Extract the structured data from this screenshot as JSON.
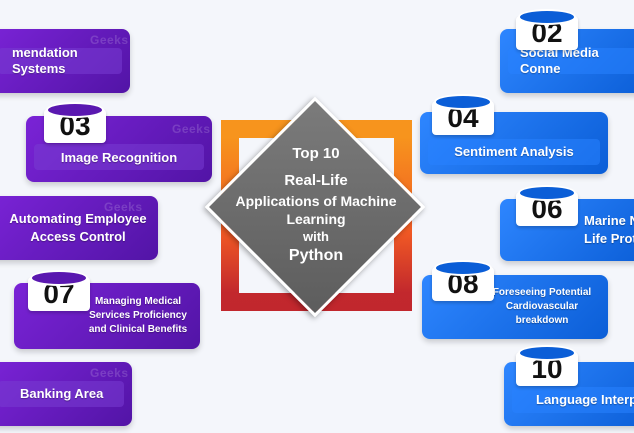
{
  "colors": {
    "purple": "#5a18b0",
    "blue": "#0b5ed7",
    "frame_orange": "#f7941d",
    "frame_red": "#c1272d",
    "diamond_gray": "#6b6b6b"
  },
  "center": {
    "line1": "Top 10",
    "line2": "Real-Life",
    "line3": "Applications of Machine",
    "line4": "Learning",
    "line5": "with",
    "line6": "Python"
  },
  "watermark": "Geeks",
  "items": [
    {
      "number": "",
      "label": "mendation Systems"
    },
    {
      "number": "02",
      "label": "Social Media Conne"
    },
    {
      "number": "03",
      "label": "Image Recognition"
    },
    {
      "number": "04",
      "label": "Sentiment Analysis"
    },
    {
      "number": "",
      "label": "Automating Employee Access Control"
    },
    {
      "number": "06",
      "label": "Marine N Life Prote"
    },
    {
      "number": "07",
      "label": "Managing Medical Services Proficiency and Clinical Benefits"
    },
    {
      "number": "08",
      "label": "Foreseeing Potential Cardiovascular breakdown"
    },
    {
      "number": "",
      "label": "Banking Area"
    },
    {
      "number": "10",
      "label": "Language Interp"
    }
  ]
}
